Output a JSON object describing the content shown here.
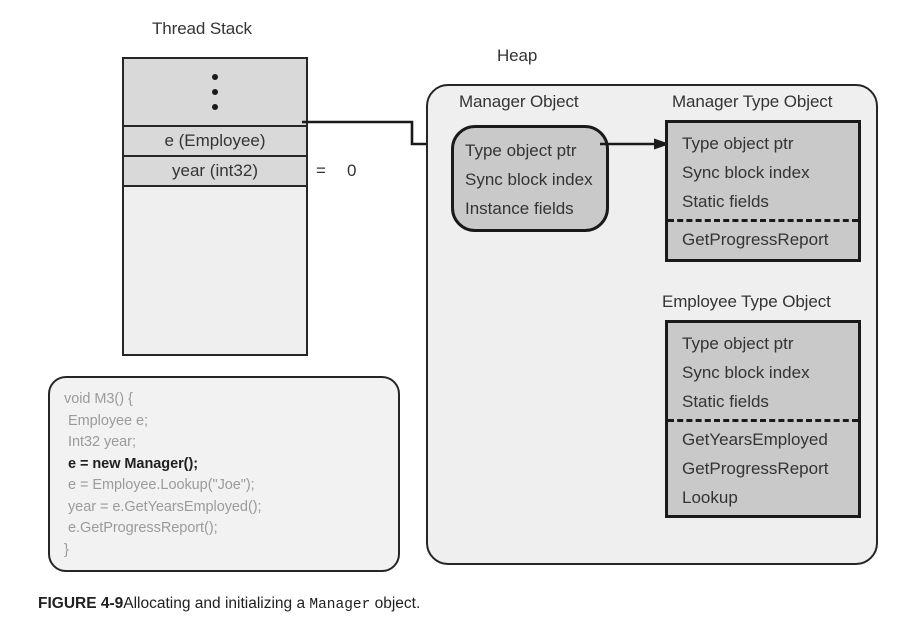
{
  "figure": {
    "caption_figure_number": "FIGURE 4-9",
    "caption_text_before": "Allocating and initializing a ",
    "caption_code_term": "Manager",
    "caption_text_after": " object."
  },
  "thread_stack": {
    "title": "Thread Stack",
    "slots": [
      {
        "label": "",
        "kind": "ellipsis"
      },
      {
        "label": "e (Employee)",
        "kind": "variable"
      },
      {
        "label": "year (int32)",
        "kind": "variable"
      }
    ],
    "year_equals_sign": "=",
    "year_value": "0"
  },
  "heap": {
    "title": "Heap",
    "manager_object": {
      "title": "Manager Object",
      "fields": [
        "Type object ptr",
        "Sync block index",
        "Instance fields"
      ]
    },
    "manager_type_object": {
      "title": "Manager Type Object",
      "fields": [
        "Type object ptr",
        "Sync block index",
        "Static fields"
      ],
      "methods": [
        "GetProgressReport"
      ]
    },
    "employee_type_object": {
      "title": "Employee Type Object",
      "fields": [
        "Type object ptr",
        "Sync block index",
        "Static fields"
      ],
      "methods": [
        "GetYearsEmployed",
        "GetProgressReport",
        "Lookup"
      ]
    }
  },
  "code": {
    "lines": [
      {
        "text": "void M3() {",
        "current": false
      },
      {
        "text": " Employee e;",
        "current": false
      },
      {
        "text": " Int32 year;",
        "current": false
      },
      {
        "text": " e = new Manager();",
        "current": true
      },
      {
        "text": " e = Employee.Lookup(\"Joe\");",
        "current": false
      },
      {
        "text": " year = e.GetYearsEmployed();",
        "current": false
      },
      {
        "text": " e.GetProgressReport();",
        "current": false
      },
      {
        "text": "}",
        "current": false
      }
    ]
  },
  "colors": {
    "stroke": "#1a1a1a",
    "slot_fill": "#d9d9d9",
    "object_fill": "#c9c9c9",
    "container_fill": "#efefef",
    "code_fill": "#f2f2f2",
    "text": "#343434",
    "code_dim_text": "#9b9b9b"
  }
}
